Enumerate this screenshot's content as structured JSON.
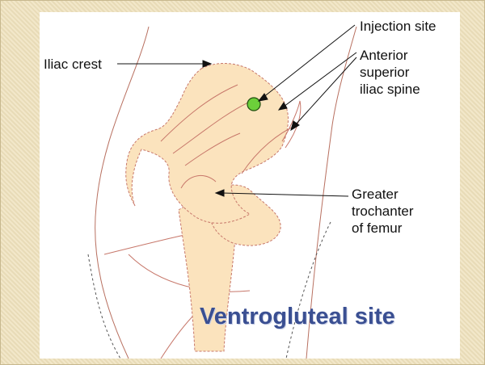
{
  "labels": {
    "iliac_crest": "Iliac crest",
    "injection_site": "Injection site",
    "asis_line1": "Anterior",
    "asis_line2": "superior",
    "asis_line3": "iliac spine",
    "trochanter_line1": "Greater",
    "trochanter_line2": "trochanter",
    "trochanter_line3": "of femur"
  },
  "title": "Ventrogluteal site",
  "colors": {
    "bone_fill": "#fbe3bd",
    "outline": "#c7776a",
    "injection_dot": "#6ccf3a",
    "title": "#3a4f92",
    "frame": "#efe2bd"
  }
}
